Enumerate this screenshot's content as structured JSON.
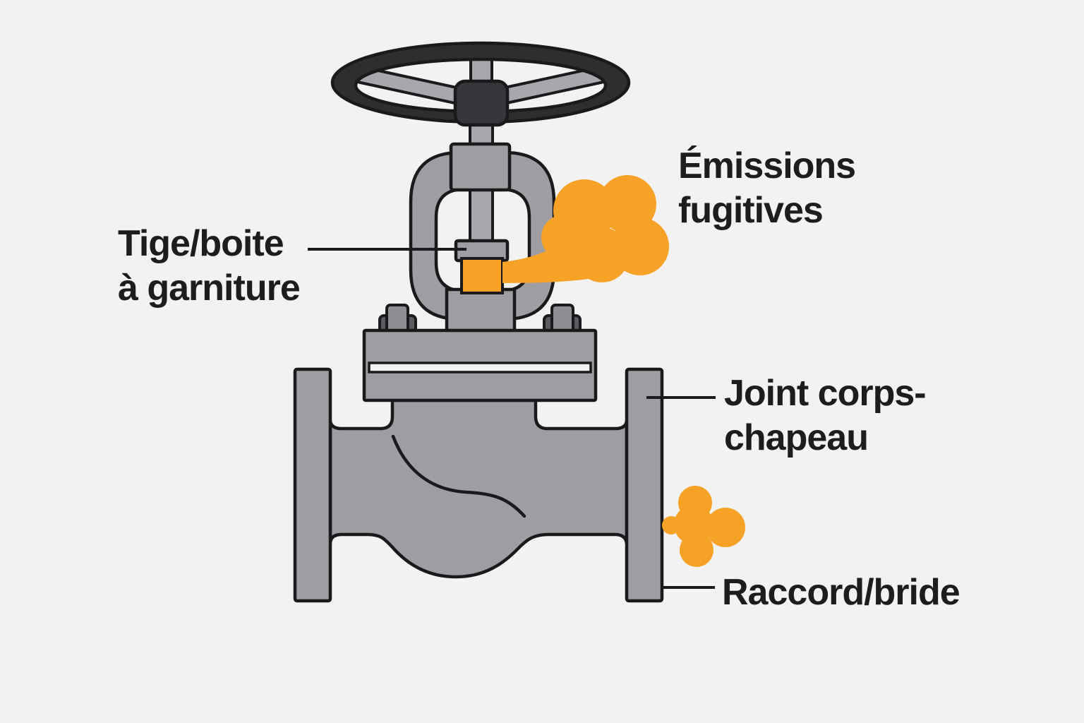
{
  "labels": {
    "stem_packing": {
      "line1": "Tige/boite",
      "line2": "à garniture"
    },
    "fugitive_emissions": {
      "line1": "Émissions",
      "line2": "fugitives"
    },
    "body_bonnet_joint": {
      "line1": "Joint corps-",
      "line2": "chapeau"
    },
    "flange_connection": {
      "line1": "Raccord/bride"
    }
  },
  "colors": {
    "bg": "#f2f2f3",
    "metal": "#9e9ea2",
    "metal_light": "#a8a8ac",
    "dark": "#2e2e31",
    "hub": "#37373b",
    "bolt": "#5c5c60",
    "bolt_stub": "#8f8f93",
    "orange": "#f5a227",
    "outline": "#1a1a1c",
    "text": "#1d1d1d"
  },
  "icons": {
    "emission_cloud_large": "cloud-puff",
    "emission_cloud_small": "cloud-puff"
  }
}
